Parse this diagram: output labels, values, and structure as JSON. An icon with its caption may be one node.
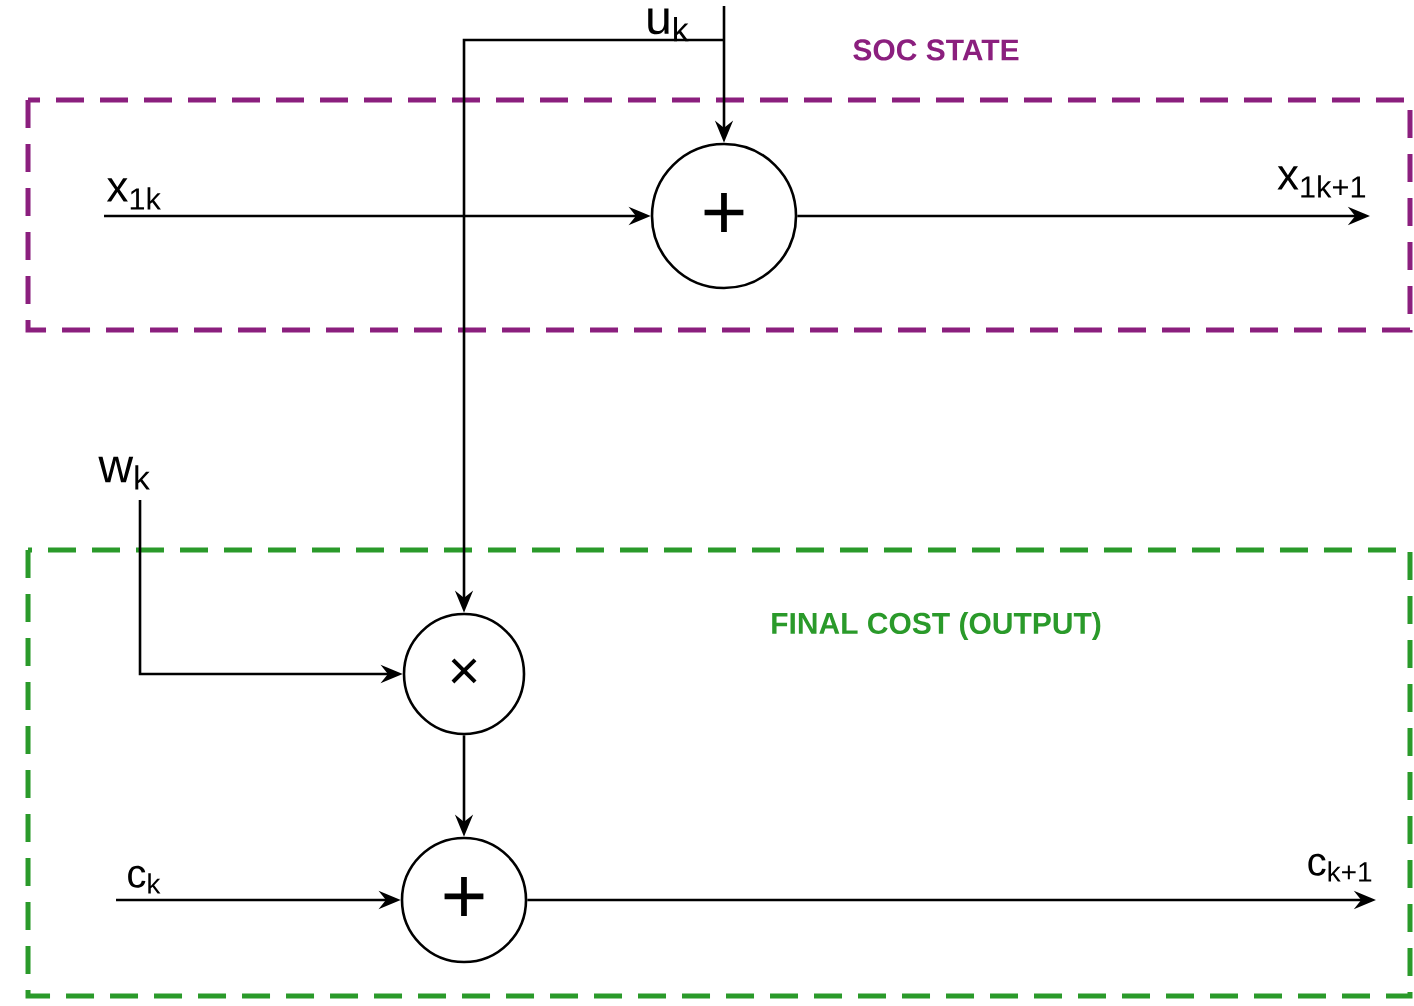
{
  "diagram": {
    "nodes": [
      {
        "text": [
          "SOC STATE"
        ]
      },
      {
        "text": [
          "+"
        ],
        "in": 0
      },
      {
        "text": [
          "x$_{1k}$"
        ],
        "in": 0
      },
      {
        "text": [
          "x$_{1k+1}$"
        ],
        "in": 0
      },
      {
        "text": [
          "u$_{k}$"
        ]
      },
      {
        "text": [
          "w$_{k}$"
        ]
      },
      {
        "text": [
          "FINAL COST (OUTPUT)"
        ]
      },
      {
        "text": [
          "×"
        ],
        "in": 6
      },
      {
        "text": [
          "+"
        ],
        "in": 6
      },
      {
        "text": [
          "c$_{k}$"
        ],
        "in": 6
      },
      {
        "text": [
          "c$_{k+1}$"
        ],
        "in": 6
      }
    ],
    "edges": [
      {
        "from": 2,
        "to": 1,
        "arrow": "to"
      },
      {
        "from": 1,
        "to": 3,
        "arrow": "to"
      },
      {
        "from": 4,
        "to": 1,
        "arrow": "to"
      },
      {
        "from": 4,
        "to": 7,
        "arrow": "to"
      },
      {
        "from": 5,
        "to": 7,
        "arrow": "to"
      },
      {
        "from": 7,
        "to": 8,
        "arrow": "to"
      },
      {
        "from": 9,
        "to": 8,
        "arrow": "to"
      },
      {
        "from": 8,
        "to": 10,
        "arrow": "to"
      }
    ]
  }
}
